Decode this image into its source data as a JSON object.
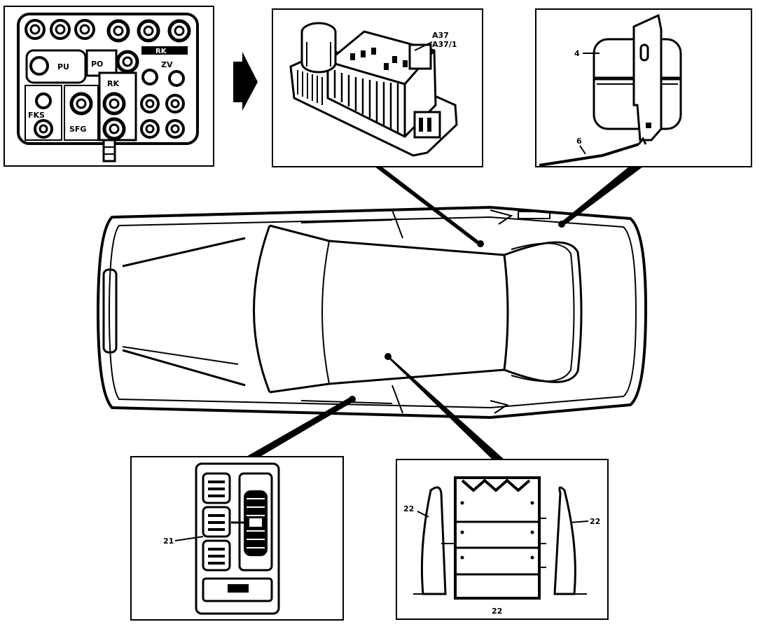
{
  "panels": {
    "valve_block": {
      "labels": {
        "pu": "PU",
        "po": "PO",
        "rk_top": "RK",
        "zv": "ZV",
        "rk_mid": "RK",
        "fks": "FKS",
        "sfg": "SFG"
      }
    },
    "control_unit": {
      "labels": {
        "a37": "A37",
        "a37_1": "A37/1"
      }
    },
    "reservoir": {
      "labels": {
        "item_4": "4",
        "item_6": "6"
      }
    },
    "switch_panel": {
      "labels": {
        "item_21": "21"
      }
    },
    "seat_cushions": {
      "labels": {
        "left_22": "22",
        "right_22": "22",
        "bottom_22": "22"
      }
    }
  },
  "colors": {
    "line": "#000000",
    "background": "#ffffff"
  }
}
